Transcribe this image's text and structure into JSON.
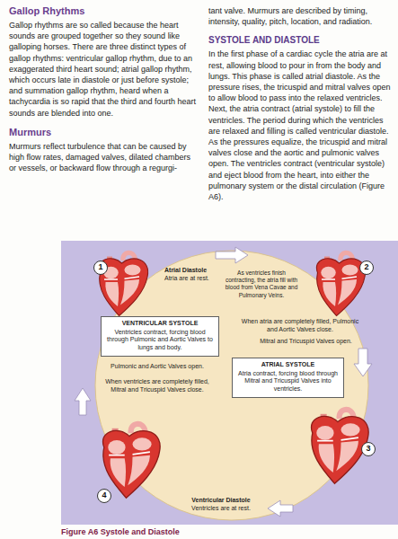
{
  "diagram": {
    "caption": "Figure A6 Systole and Diastole",
    "nodes": [
      {
        "text": [
          "1"
        ]
      },
      {
        "text": [
          "2"
        ]
      },
      {
        "text": [
          "VENTRICULAR SYSTOLE",
          "Ventricles contract, forcing blood through Pulmonic and Aortic Valves to lungs and body."
        ]
      },
      {
        "text": [
          "ATRIAL SYSTOLE",
          "Atria contract, forcing blood through Mitral and Tricuspid Valves into ventricles."
        ]
      },
      {
        "text": [
          "3"
        ]
      },
      {
        "text": [
          "4"
        ]
      }
    ],
    "labels": [
      "Gallop Rhythms",
      "Gallop rhythms are so called because the heart sounds are grouped together so they sound like galloping horses. There are three distinct types of gallop rhythms: ventricular gallop rhythm, due to an exaggerated third heart sound; atrial gallop rhythm, which occurs late in diastole or just before systole; and summation gallop rhythm, heard when a tachycardia is so rapid that the third and fourth heart sounds are blended into one.",
      "Murmurs",
      "Murmurs reflect turbulence that can be caused by high flow rates, damaged valves, dilated chambers or vessels, or backward flow through a regurgi-",
      "tant valve. Murmurs are described by timing, intensity, quality, pitch, location, and radiation.",
      "SYSTOLE AND DIASTOLE",
      "In the first phase of a cardiac cycle the atria are at rest, allowing blood to pour in from the body and lungs. This phase is called atrial diastole. As the pressure rises, the tricuspid and mitral valves open to allow blood to pass into the relaxed ventricles. Next, the atria contract (atrial systole) to fill the ventricles. The period during which the ventricles are relaxed and filling is called ventricular diastole. As the pressures equalize, the tricuspid and mitral valves close and the aortic and pulmonic valves open. The ventricles contract (ventricular systole) and eject blood from the heart, into either the pulmonary system or the distal circulation (Figure A6).",
      "Atrial Diastole",
      "Atria are at rest.",
      "As ventricles finish contracting, the atria fill with blood from Vena Cavae and Pulmonary Veins.",
      "When atria are completely filled, Pulmonic and Aortic Valves close.",
      "Mitral and Tricuspid Valves open.",
      "Pulmonic and Aortic Valves open.",
      "When ventricles are completely filled, Mitral and Tricuspid Valves close.",
      "Ventricular Diastole",
      "Ventricles are at rest."
    ]
  }
}
